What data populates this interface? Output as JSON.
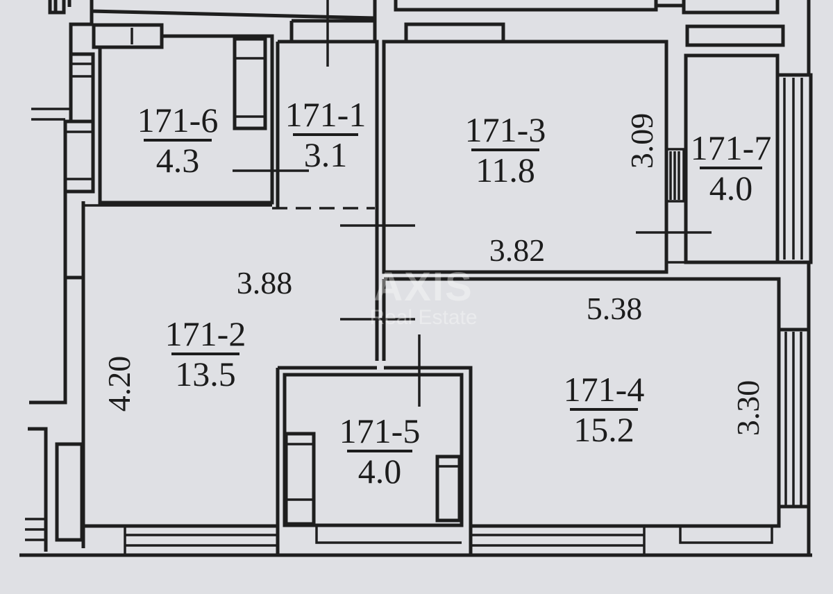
{
  "plan": {
    "background_color": "#dfe0e4",
    "line_color": "#1e1e1e",
    "rooms": [
      {
        "id": "171-6",
        "area": "4.3"
      },
      {
        "id": "171-1",
        "area": "3.1"
      },
      {
        "id": "171-3",
        "area": "11.8"
      },
      {
        "id": "171-7",
        "area": "4.0"
      },
      {
        "id": "171-2",
        "area": "13.5"
      },
      {
        "id": "171-5",
        "area": "4.0"
      },
      {
        "id": "171-4",
        "area": "15.2"
      }
    ],
    "dimensions": {
      "room_171_3_height": "3.09",
      "room_171_3_width": "3.82",
      "room_171_2_width": "3.88",
      "room_171_2_height": "4.20",
      "room_171_4_width": "5.38",
      "room_171_4_height": "3.30"
    },
    "watermark": {
      "brand": "AXIS",
      "sub": "Real Estate"
    }
  }
}
